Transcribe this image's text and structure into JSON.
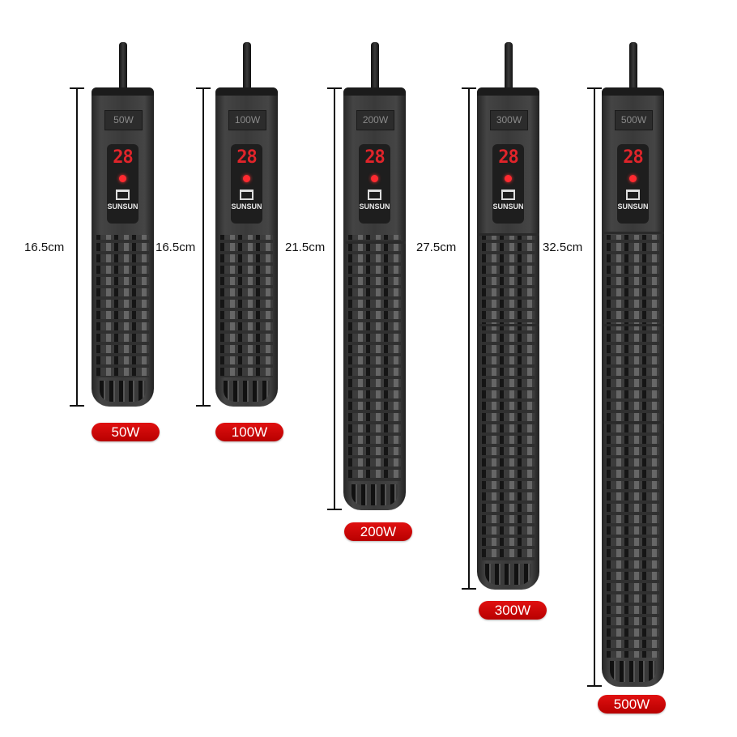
{
  "brand": "SUNSUN",
  "display_temp": "28",
  "colors": {
    "badge": "#d10a0a",
    "display": "#e0242a",
    "body": "#3a3a3a"
  },
  "heaters": [
    {
      "wattage_label": "50W",
      "height_label": "16.5cm",
      "badge": "50W"
    },
    {
      "wattage_label": "100W",
      "height_label": "16.5cm",
      "badge": "100W"
    },
    {
      "wattage_label": "200W",
      "height_label": "21.5cm",
      "badge": "200W"
    },
    {
      "wattage_label": "300W",
      "height_label": "27.5cm",
      "badge": "300W"
    },
    {
      "wattage_label": "500W",
      "height_label": "32.5cm",
      "badge": "500W"
    }
  ]
}
